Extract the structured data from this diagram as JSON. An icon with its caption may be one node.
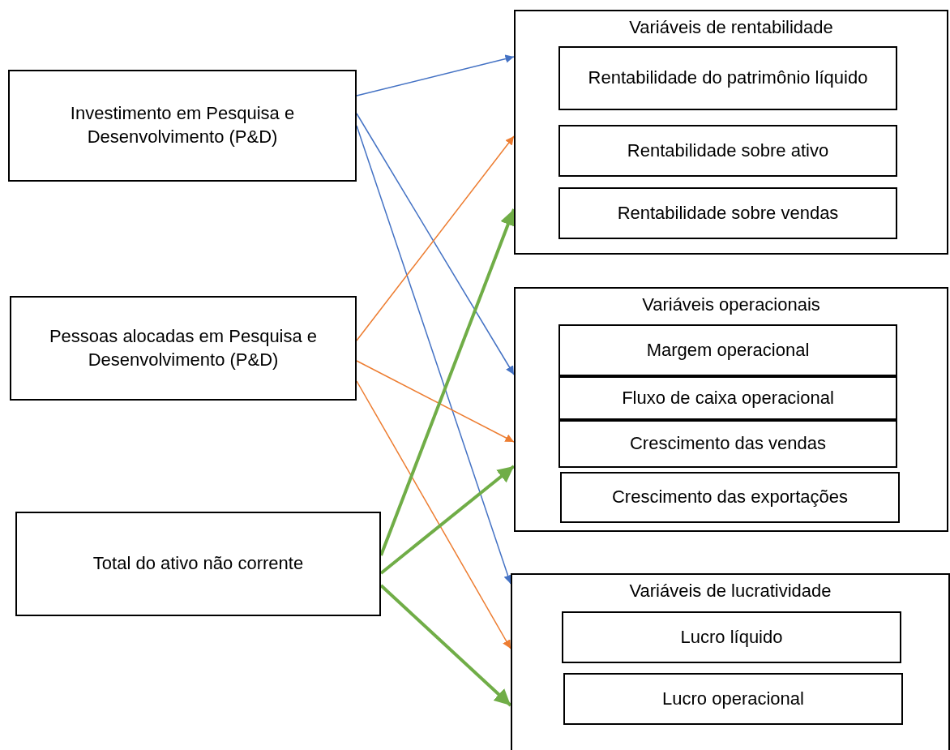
{
  "diagram": {
    "nodes": [
      {
        "text": [
          "Investimento em Pesquisa e Desenvolvimento (P&D)"
        ]
      },
      {
        "text": [
          "Pessoas alocadas em Pesquisa e Desenvolvimento (P&D)"
        ]
      },
      {
        "text": [
          "Total do ativo não corrente"
        ]
      },
      {
        "text": [
          "Variáveis de rentabilidade"
        ]
      },
      {
        "text": [
          "Rentabilidade do patrimônio líquido"
        ],
        "in": 3
      },
      {
        "text": [
          "Rentabilidade sobre ativo"
        ],
        "in": 3
      },
      {
        "text": [
          "Rentabilidade sobre vendas"
        ],
        "in": 3
      },
      {
        "text": [
          "Variáveis operacionais"
        ]
      },
      {
        "text": [
          "Margem operacional"
        ],
        "in": 7
      },
      {
        "text": [
          "Fluxo de caixa operacional"
        ],
        "in": 7
      },
      {
        "text": [
          "Crescimento das vendas"
        ],
        "in": 7
      },
      {
        "text": [
          "Crescimento das exportações"
        ],
        "in": 7
      },
      {
        "text": [
          "Variáveis de lucratividade"
        ]
      },
      {
        "text": [
          "Lucro líquido"
        ],
        "in": 12
      },
      {
        "text": [
          "Lucro operacional"
        ],
        "in": 12
      }
    ],
    "edges": [
      {
        "from": 0,
        "to": 3,
        "arrow": "to",
        "color": "#4472c4"
      },
      {
        "from": 0,
        "to": 7,
        "arrow": "to",
        "color": "#4472c4"
      },
      {
        "from": 0,
        "to": 12,
        "arrow": "to",
        "color": "#4472c4"
      },
      {
        "from": 1,
        "to": 3,
        "arrow": "to",
        "color": "#ed7d31"
      },
      {
        "from": 1,
        "to": 7,
        "arrow": "to",
        "color": "#ed7d31"
      },
      {
        "from": 1,
        "to": 12,
        "arrow": "to",
        "color": "#ed7d31"
      },
      {
        "from": 2,
        "to": 3,
        "arrow": "to",
        "style": "thick",
        "color": "#70ad47"
      },
      {
        "from": 2,
        "to": 7,
        "arrow": "to",
        "style": "thick",
        "color": "#70ad47"
      },
      {
        "from": 2,
        "to": 12,
        "arrow": "to",
        "style": "thick",
        "color": "#70ad47"
      }
    ]
  }
}
